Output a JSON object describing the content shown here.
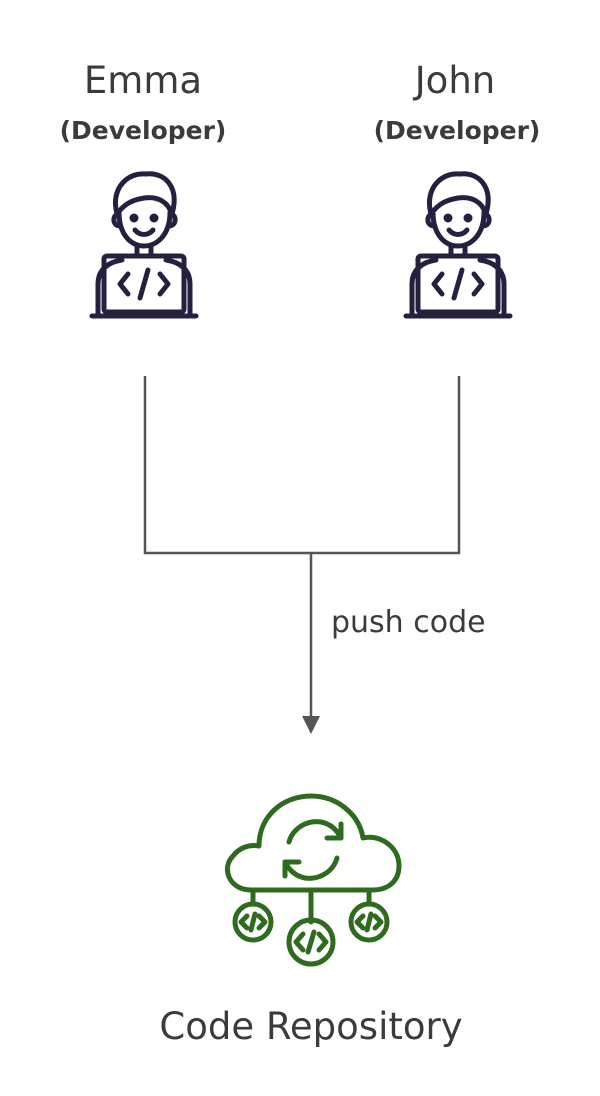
{
  "developers": [
    {
      "name": "Emma",
      "role": "(Developer)",
      "icon": "developer-laptop-icon"
    },
    {
      "name": "John",
      "role": "(Developer)",
      "icon": "developer-laptop-icon"
    }
  ],
  "edge": {
    "label": "push code"
  },
  "repository": {
    "label": "Code Repository",
    "icon": "code-repository-cloud-icon"
  },
  "colors": {
    "text": "#3b3b3b",
    "developer_icon": "#23213f",
    "repository_icon": "#2f6b1e",
    "connector": "#555555"
  }
}
